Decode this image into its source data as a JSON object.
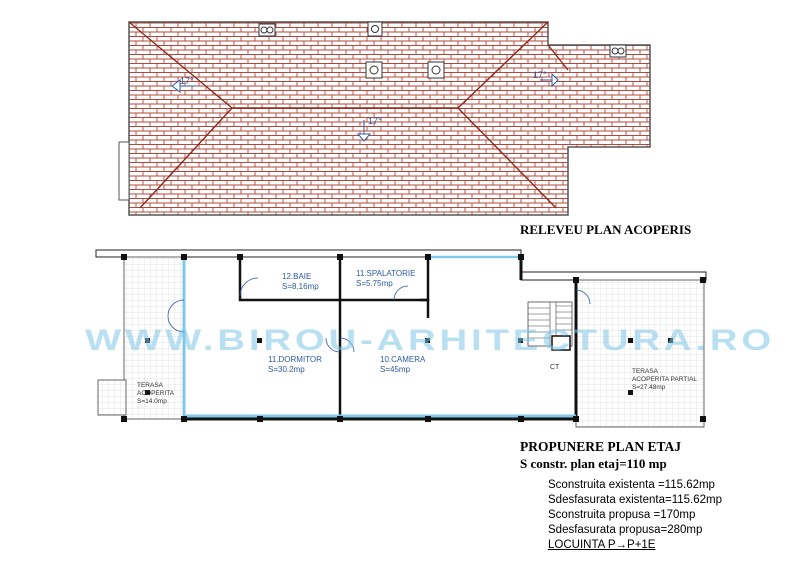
{
  "roof": {
    "title": "RELEVEU PLAN ACOPERIS",
    "slopes": [
      "17°",
      "17°",
      "17°"
    ]
  },
  "floor": {
    "title": "PROPUNERE  PLAN ETAJ",
    "subtitle": "S constr. plan etaj=110 mp",
    "rooms": [
      {
        "name": "12.BAIE",
        "area": "S=8.16mp"
      },
      {
        "name": "11.SPALATORIE",
        "area": "S=5.75mp"
      },
      {
        "name": "11.DORMITOR",
        "area": "S=30.2mp"
      },
      {
        "name": "10.CAMERA",
        "area": "S=45mp"
      },
      {
        "name": "TERASA",
        "sub": "ACOPERITA",
        "area": "S=14.0mp"
      },
      {
        "name": "TERASA",
        "sub": "ACOPERITA PARTIAL",
        "area": "S=27.48mp"
      }
    ],
    "ct_label": "CT"
  },
  "watermark": "WWW.BIROU-ARHITECTURA.RO",
  "stats": [
    "Sconstruita existenta =115.62mp",
    "Sdesfasurata existenta=115.62mp",
    "Sconstruita propusa =170mp",
    "Sdesfasurata propusa=280mp"
  ],
  "conversion": "LOCUINTA P→P+1E",
  "colors": {
    "roof_tile": "#b5473a",
    "wall": "#111111",
    "window": "#7fc8e8",
    "room_text": "#2c5aa0"
  }
}
